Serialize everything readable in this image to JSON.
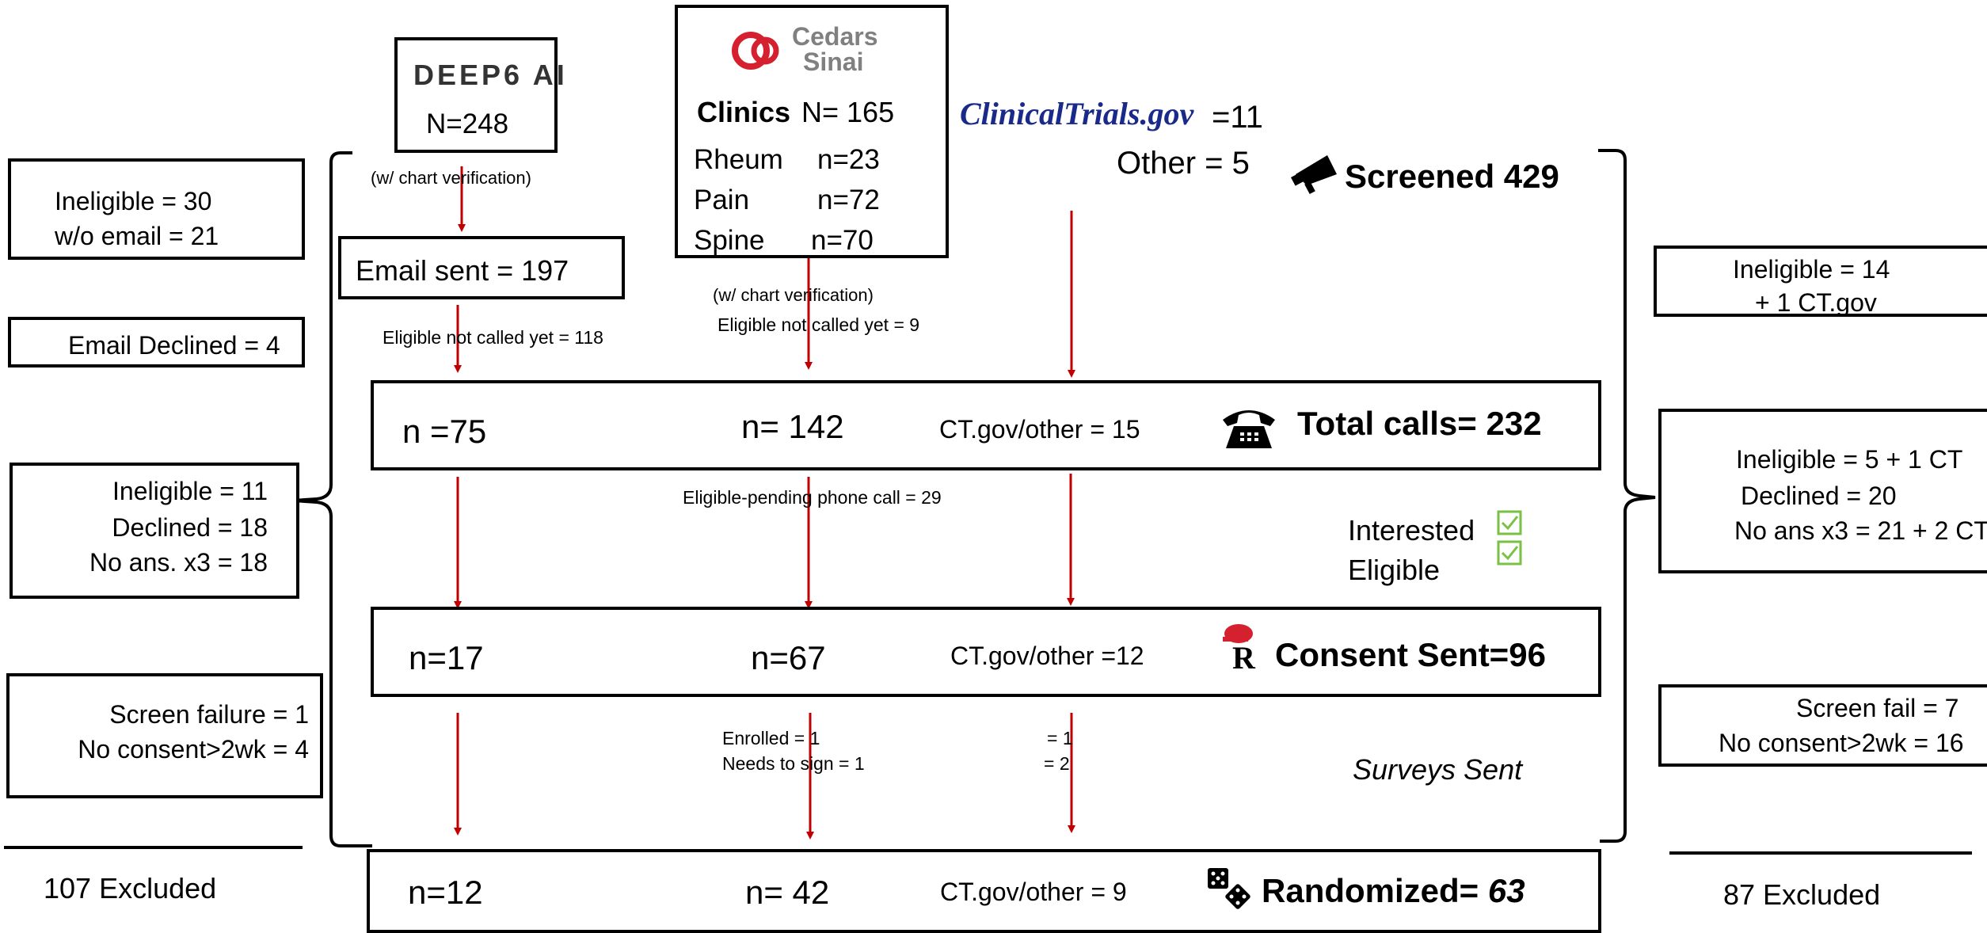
{
  "sources": {
    "deep6": {
      "logo_text": "DEEP6 AI",
      "count": "N=248",
      "note": "(w/ chart verification)"
    },
    "cedars": {
      "logo_line1": "Cedars",
      "logo_line2": "Sinai",
      "clinics_label": "Clinics",
      "clinics_count": "N= 165",
      "rows": [
        {
          "name": "Rheum",
          "value": "n=23"
        },
        {
          "name": "Pain",
          "value": "n=72"
        },
        {
          "name": "Spine",
          "value": "n=70"
        }
      ],
      "note": "(w/ chart verification)",
      "eligible_not_called": "Eligible not called yet = 9"
    },
    "ctgov": {
      "logo_text": "ClinicalTrials.gov",
      "count": "=11"
    },
    "other": "Other =  5"
  },
  "screened": "Screened 429",
  "email_sent": "Email sent = 197",
  "eligible_not_called_deep6": "Eligible not called yet = 118",
  "left_boxes": {
    "ineligible_email": [
      "Ineligible =  30",
      "w/o email = 21"
    ],
    "email_declined": "Email Declined = 4",
    "call_exclusions": [
      "Ineligible =   11",
      "Declined =   18",
      "No ans. x3 = 18"
    ],
    "consent_exclusions": [
      "Screen failure = 1",
      "No consent>2wk = 4"
    ],
    "excluded": "107 Excluded"
  },
  "right_boxes": {
    "ineligible_screen": [
      "Ineligible = 14",
      "+ 1 CT.gov"
    ],
    "call_exclusions": [
      "Ineligible = 5 + 1 CT",
      "Declined = 20",
      "No ans x3 = 21 + 2 CT"
    ],
    "consent_exclusions": [
      "Screen fail =  7",
      "No consent>2wk = 16"
    ],
    "excluded": "87 Excluded"
  },
  "rows": {
    "calls": {
      "a": "n =75",
      "b": "n= 142",
      "c": "CT.gov/other = 15",
      "label": "Total calls= 232"
    },
    "consent": {
      "a": "n=17",
      "b": "n=67",
      "c": "CT.gov/other =12",
      "label": "Consent Sent=96"
    },
    "randomized": {
      "a": "n=12",
      "b": "n= 42",
      "c": "CT.gov/other = 9",
      "label": "Randomized= ",
      "label_num": "63"
    }
  },
  "eligible_pending": "Eligible-pending phone call = 29",
  "interested": "Interested",
  "eligible": "Eligible",
  "enrolled": "Enrolled = 1",
  "needs_sign": "Needs to sign = 1",
  "ct_enrolled": "= 1",
  "ct_needs_sign": "= 2",
  "surveys_sent": "Surveys Sent",
  "colors": {
    "arrow": "#c00000",
    "cedars_red": "#d4202f",
    "check_green": "#7ac143",
    "ctgov_blue": "#1a2a8a"
  }
}
